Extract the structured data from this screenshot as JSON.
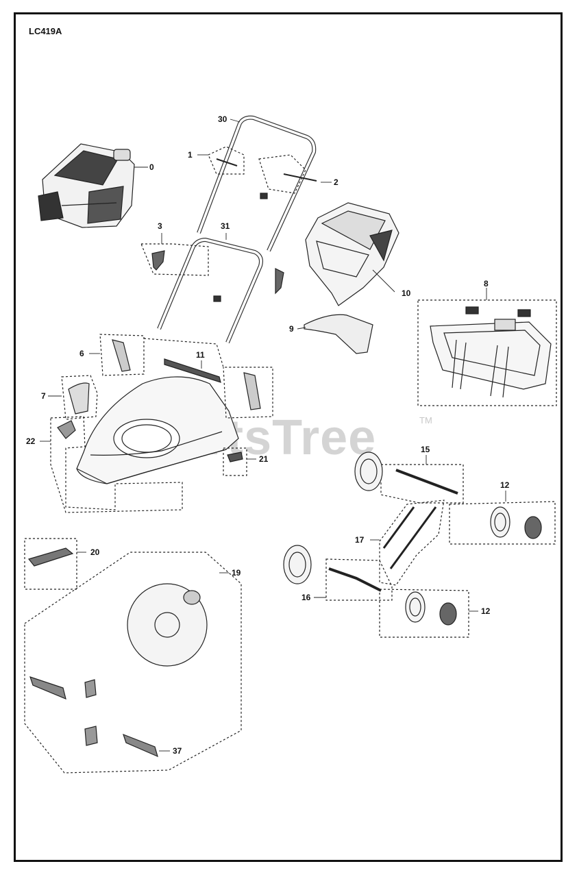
{
  "model": "LC419A",
  "watermark": {
    "text": "PartsTree",
    "trademark": "TM"
  },
  "callouts": [
    {
      "id": "c0",
      "text": "0"
    },
    {
      "id": "c1",
      "text": "1"
    },
    {
      "id": "c2",
      "text": "2"
    },
    {
      "id": "c3",
      "text": "3"
    },
    {
      "id": "c30",
      "text": "30"
    },
    {
      "id": "c31",
      "text": "31"
    },
    {
      "id": "c10",
      "text": "10"
    },
    {
      "id": "c8",
      "text": "8"
    },
    {
      "id": "c9",
      "text": "9"
    },
    {
      "id": "c6",
      "text": "6"
    },
    {
      "id": "c11",
      "text": "11"
    },
    {
      "id": "c7",
      "text": "7"
    },
    {
      "id": "c22",
      "text": "22"
    },
    {
      "id": "c21",
      "text": "21"
    },
    {
      "id": "c15",
      "text": "15"
    },
    {
      "id": "c12a",
      "text": "12"
    },
    {
      "id": "c17",
      "text": "17"
    },
    {
      "id": "c16",
      "text": "16"
    },
    {
      "id": "c12b",
      "text": "12"
    },
    {
      "id": "c20",
      "text": "20"
    },
    {
      "id": "c19",
      "text": "19"
    },
    {
      "id": "c37",
      "text": "37"
    }
  ]
}
